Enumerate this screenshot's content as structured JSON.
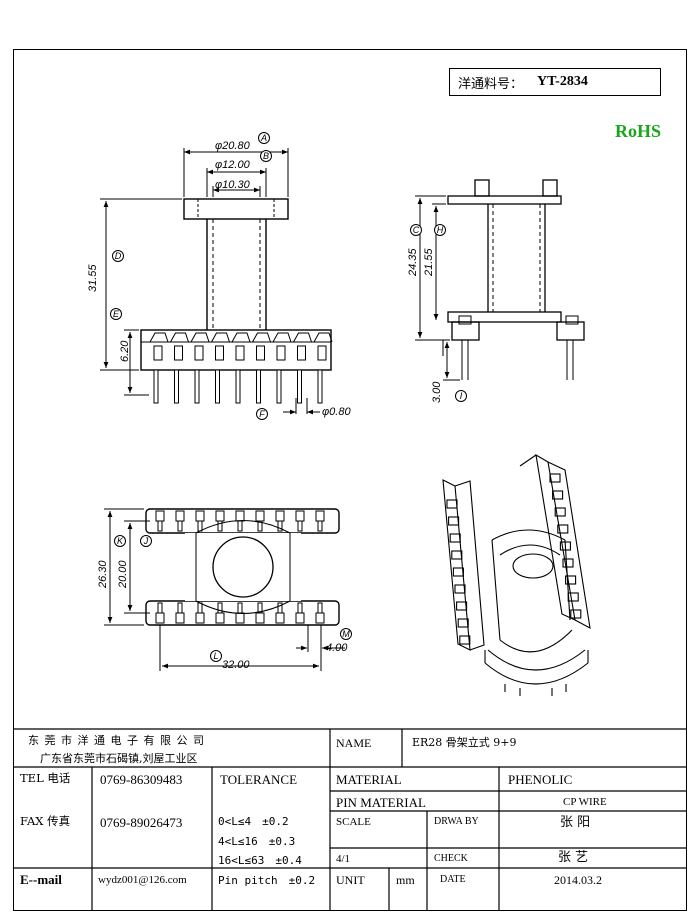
{
  "header": {
    "part_label": "洋通料号：",
    "part_no": "YT-2834",
    "rohs": "RoHS"
  },
  "dims": {
    "d_20_80": "φ20.80",
    "d_12_00": "φ12.00",
    "d_10_30": "φ10.30",
    "h_31_55": "31.55",
    "h_6_20": "6.20",
    "pin_dia": "φ0.80",
    "h_24_35": "24.35",
    "h_21_55": "21.55",
    "h_3_00": "3.00",
    "w_26_30": "26.30",
    "w_20_00": "20.00",
    "w_32_00": "32.00",
    "w_4_00": "4.00"
  },
  "callouts": {
    "a": "A",
    "b": "B",
    "c": "C",
    "d": "D",
    "e": "E",
    "f": "F",
    "h": "H",
    "i": "I",
    "j": "J",
    "k": "K",
    "l": "L",
    "m": "M"
  },
  "titleblock": {
    "company": "东 莞 市 洋 通 电 子 有 限 公 司",
    "address": "广东省东莞市石碣镇,刘屋工业区",
    "name_label": "NAME",
    "name_value": "ER28 骨架立式 9+9",
    "tel_label": "TEL 电话",
    "tel_value": "0769-86309483",
    "fax_label": "FAX 传真",
    "fax_value": "0769-89026473",
    "email_label": "E--mail",
    "email_value": "wydz001@126.com",
    "tolerance_label": "TOLERANCE",
    "tol_1": "0<L≤4　±0.2",
    "tol_2": "4<L≤16　±0.3",
    "tol_3": "16<L≤63　±0.4",
    "tol_4": "Pin pitch　±0.2",
    "material_label": "MATERIAL",
    "material_value": "PHENOLIC",
    "pin_material_label": "PIN MATERIAL",
    "pin_material_value": "CP WIRE",
    "scale_label": "SCALE",
    "scale_value": "4/1",
    "drawby_label": "DRWA BY",
    "drawby_value": "张 阳",
    "check_label": "CHECK",
    "check_value": "张 艺",
    "unit_label": "UNIT",
    "unit_value": "mm",
    "date_label": "DATE",
    "date_value": "2014.03.2"
  }
}
